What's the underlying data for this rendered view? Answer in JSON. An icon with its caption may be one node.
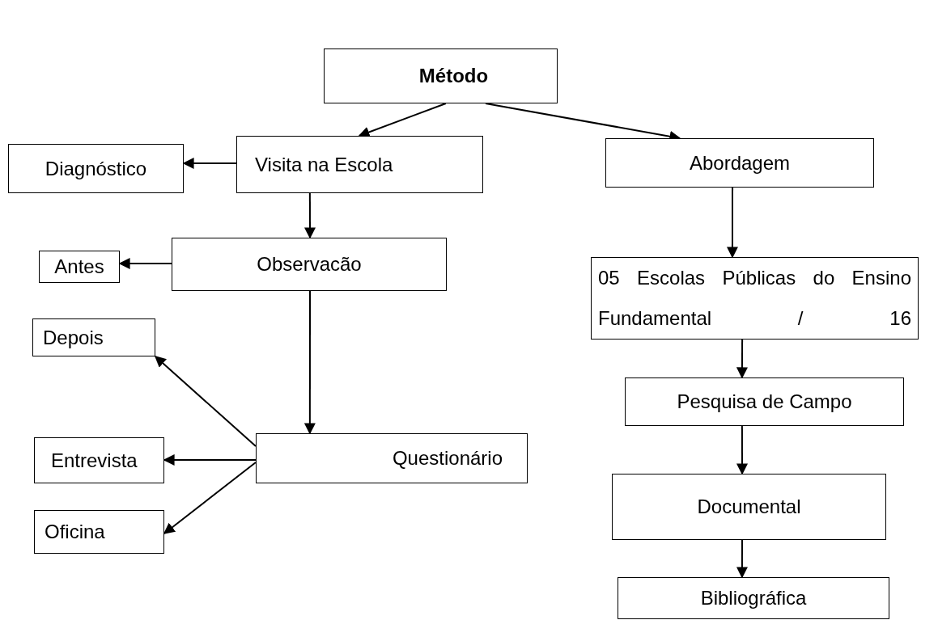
{
  "diagram": {
    "nodes": [
      {
        "text": [
          "Método"
        ]
      },
      {
        "text": [
          "Diagnóstico"
        ]
      },
      {
        "text": [
          "Visita na Escola"
        ]
      },
      {
        "text": [
          "Abordagem"
        ]
      },
      {
        "text": [
          "Antes"
        ]
      },
      {
        "text": [
          "Observacão"
        ]
      },
      {
        "text": [
          "05 Escolas Públicas do Ensino Fundamental / 16"
        ]
      },
      {
        "text": [
          "Depois"
        ]
      },
      {
        "text": [
          "Pesquisa de Campo"
        ]
      },
      {
        "text": [
          "Entrevista"
        ]
      },
      {
        "text": [
          "Questionário"
        ]
      },
      {
        "text": [
          "Documental"
        ]
      },
      {
        "text": [
          "Oficina"
        ]
      },
      {
        "text": [
          "Bibliográfica"
        ]
      }
    ],
    "edges": [
      {
        "from": 0,
        "to": 2,
        "arrow": "to"
      },
      {
        "from": 0,
        "to": 3,
        "arrow": "to"
      },
      {
        "from": 2,
        "to": 1,
        "arrow": "to"
      },
      {
        "from": 2,
        "to": 5,
        "arrow": "to"
      },
      {
        "from": 5,
        "to": 4,
        "arrow": "to"
      },
      {
        "from": 5,
        "to": 10,
        "arrow": "to"
      },
      {
        "from": 10,
        "to": 7,
        "arrow": "to"
      },
      {
        "from": 10,
        "to": 9,
        "arrow": "to"
      },
      {
        "from": 10,
        "to": 12,
        "arrow": "to"
      },
      {
        "from": 3,
        "to": 6,
        "arrow": "to"
      },
      {
        "from": 6,
        "to": 8,
        "arrow": "to"
      },
      {
        "from": 8,
        "to": 11,
        "arrow": "to"
      },
      {
        "from": 11,
        "to": 13,
        "arrow": "to"
      }
    ]
  }
}
